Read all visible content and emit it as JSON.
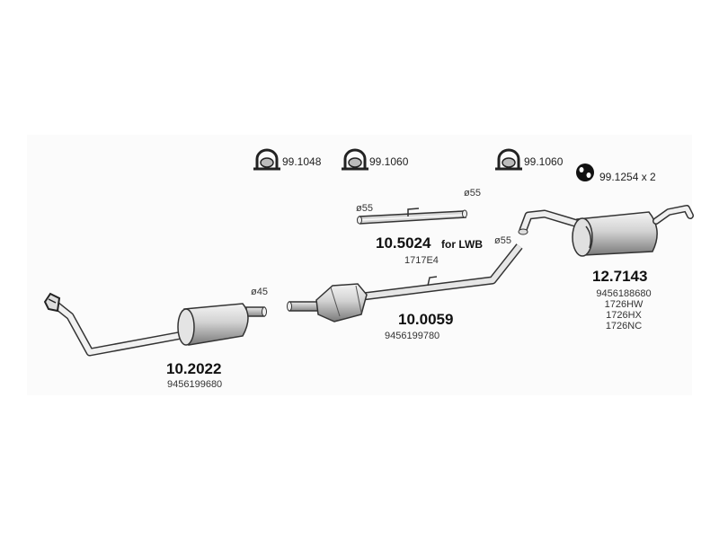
{
  "accessories": [
    {
      "code": "99.1048",
      "icon": "clamp-icon"
    },
    {
      "code": "99.1060",
      "icon": "clamp-icon"
    },
    {
      "code": "99.1060",
      "icon": "clamp-icon"
    },
    {
      "code": "99.1254 x 2",
      "icon": "rubber-ring-icon"
    }
  ],
  "parts": {
    "front_silencer": {
      "number": "10.2022",
      "refs": [
        "9456199680"
      ],
      "diameter": "ø45"
    },
    "intermediate_pipe": {
      "number": "10.5024",
      "note": "for LWB",
      "refs": [
        "1717E4"
      ],
      "diameter_left": "ø55",
      "diameter_right": "ø55"
    },
    "catalyst": {
      "number": "10.0059",
      "refs": [
        "9456199780"
      ],
      "diameter": "ø55"
    },
    "rear_silencer": {
      "number": "12.7143",
      "refs": [
        "9456188680",
        "1726HW",
        "1726HX",
        "1726NC"
      ]
    }
  }
}
